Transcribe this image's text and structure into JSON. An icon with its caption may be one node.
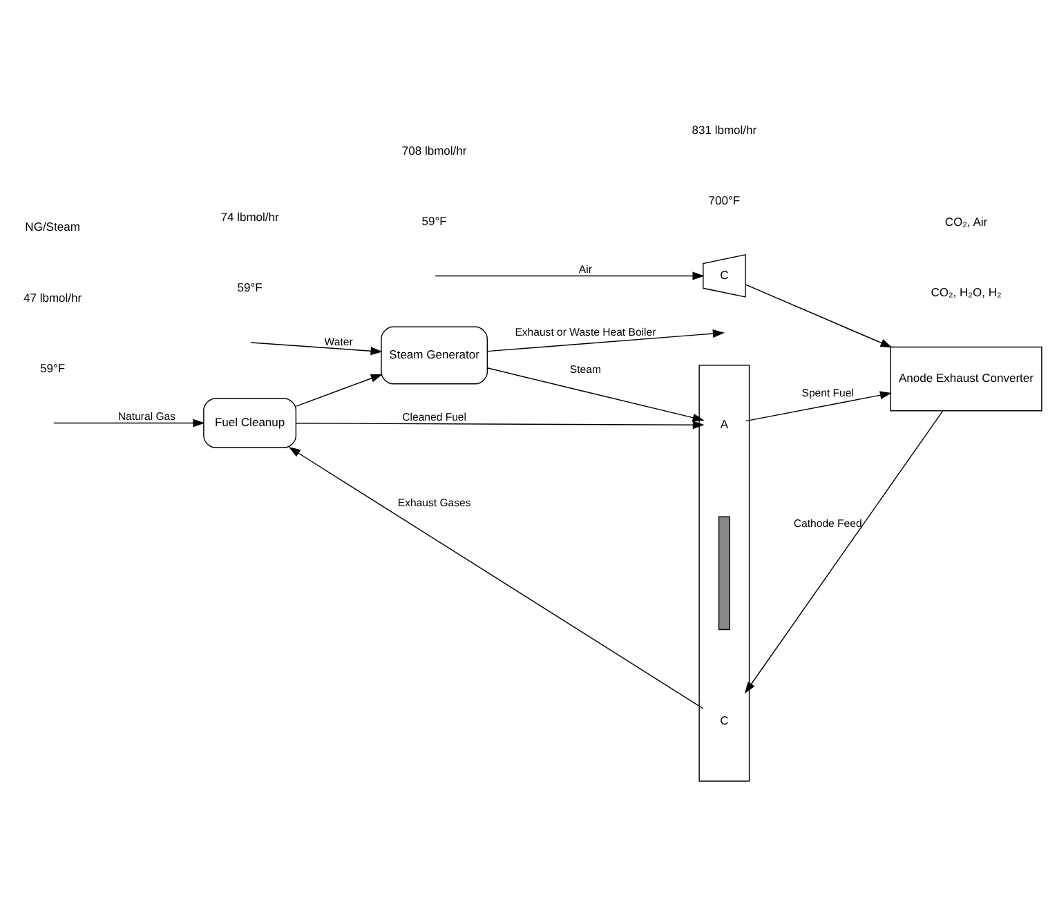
{
  "diagram": {
    "nodes": [
      {
        "text": [
          "Fuel Cleanup"
        ]
      },
      {
        "text": [
          "Steam Generator"
        ]
      },
      {
        "text": [],
        "shape": "box"
      },
      {
        "text": [
          "A"
        ],
        "in": 2
      },
      {
        "text": [],
        "shape": "bar",
        "in": 2
      },
      {
        "text": [
          "C"
        ],
        "in": 2
      },
      {
        "text": [
          "Anode Exhaust Converter"
        ]
      },
      {
        "text": [
          "C"
        ]
      }
    ],
    "edges": [
      {
        "from": null,
        "to": 0,
        "arrow": "to",
        "label": "Natural Gas"
      },
      {
        "from": 0,
        "to": 1,
        "arrow": "to"
      },
      {
        "from": 1,
        "to": null,
        "arrow": "to",
        "label": "Exhaust or Waste Heat Boiler"
      },
      {
        "from": null,
        "to": 1,
        "arrow": "to",
        "label": "Water"
      },
      {
        "from": 0,
        "to": 3,
        "arrow": "to",
        "label": "Cleaned Fuel"
      },
      {
        "from": 1,
        "to": 3,
        "arrow": "to",
        "label": "Steam"
      },
      {
        "from": 5,
        "to": 0,
        "arrow": "to",
        "label": "Exhaust Gases"
      },
      {
        "from": 3,
        "to": 6,
        "arrow": "to",
        "label": "Spent Fuel"
      },
      {
        "from": 6,
        "to": 5,
        "arrow": "to",
        "label": "Cathode Feed"
      },
      {
        "from": null,
        "to": 7,
        "arrow": "to",
        "label": "Air"
      },
      {
        "from": 7,
        "to": 6,
        "arrow": "to"
      }
    ],
    "labels": [
      "59°F",
      "47 lbmol/hr",
      "NG/Steam",
      "59°F",
      "74 lbmol/hr",
      "700°F",
      "831 lbmol/hr",
      "CO₂, H₂O, H₂",
      "CO₂, Air",
      "59°F",
      "708 lbmol/hr"
    ]
  }
}
